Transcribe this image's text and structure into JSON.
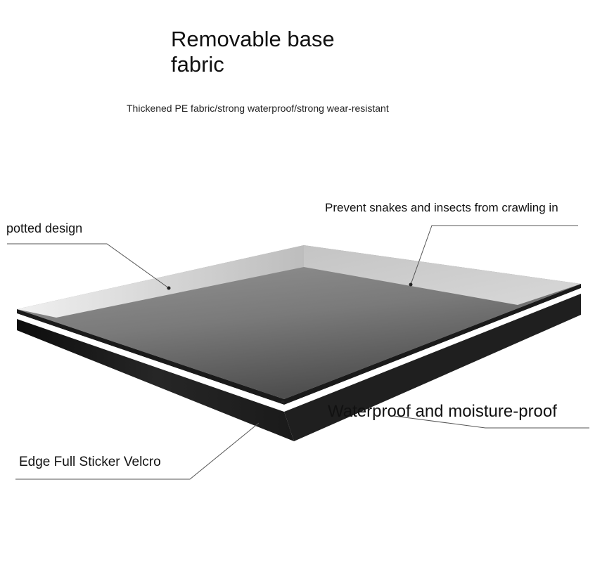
{
  "title": "Removable base fabric",
  "subtitle": "Thickened PE fabric/strong waterproof/strong wear-resistant",
  "callouts": {
    "potted": "potted design",
    "snakes": "Prevent snakes and insects from crawling in",
    "waterproof": "Waterproof and moisture-proof",
    "velcro": "Edge Full Sticker Velcro"
  },
  "colors": {
    "background": "#ffffff",
    "surface_light": "#c8c8c8",
    "surface_dark": "#5a5a5a",
    "edge_black": "#111111",
    "stripe_white": "#ffffff",
    "leader_line": "#555555"
  }
}
